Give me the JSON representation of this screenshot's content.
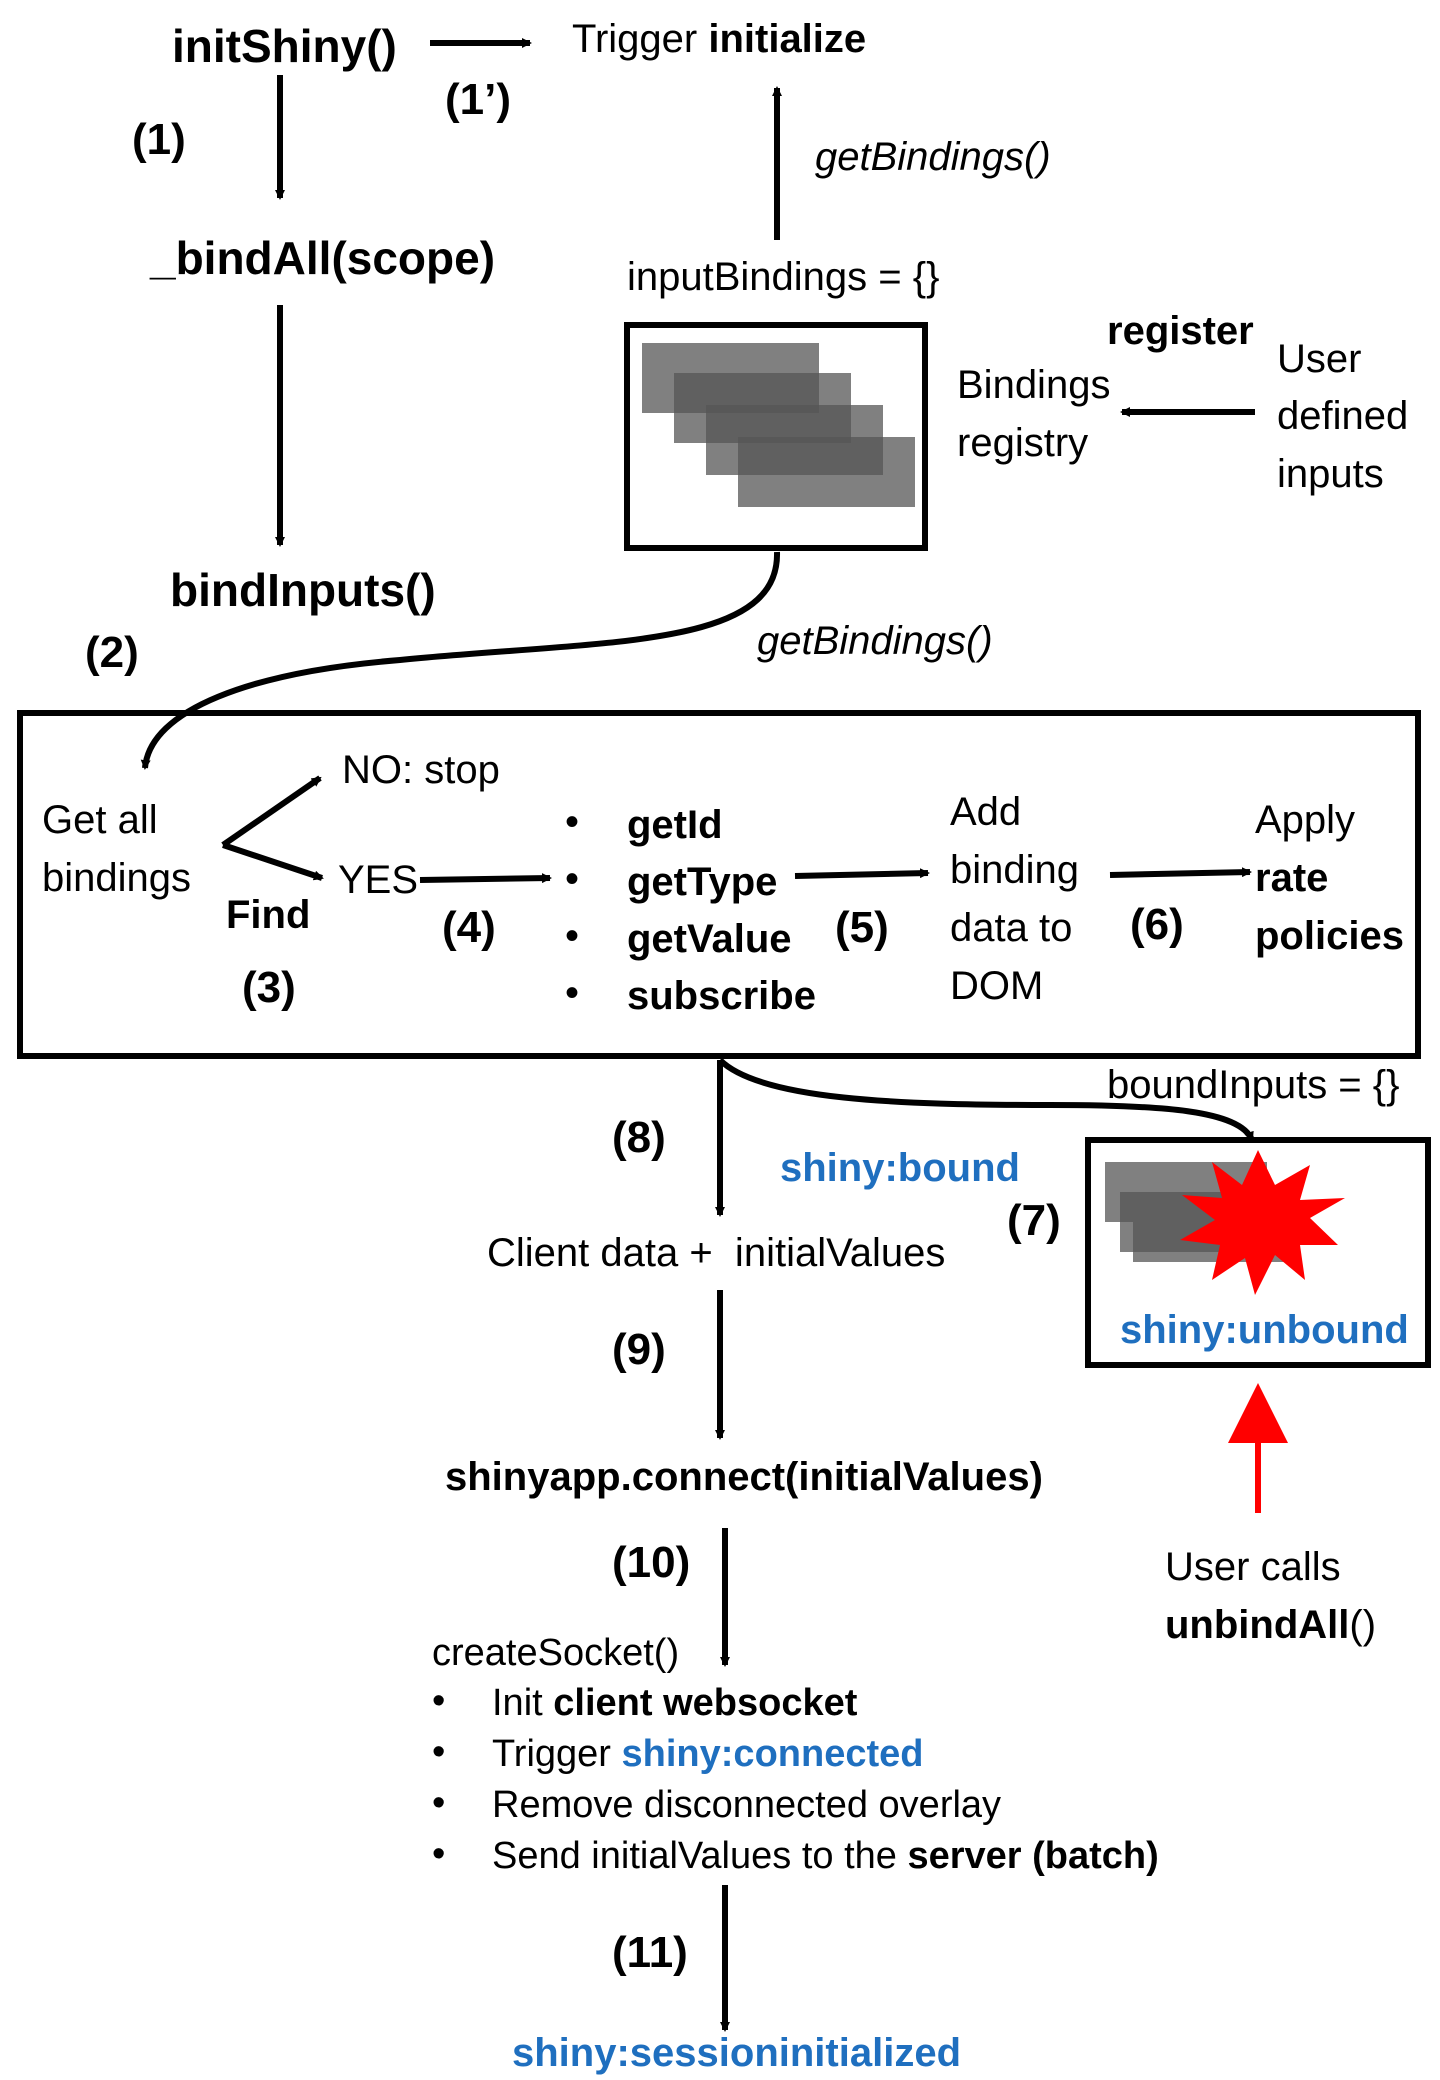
{
  "nodes": {
    "init_shiny": "initShiny()",
    "trigger_prefix": "Trigger",
    "trigger_bold": "initialize",
    "get_bindings_top": "getBindings()",
    "bind_all": "_bindAll(scope)",
    "input_bindings": "inputBindings = {}",
    "register": "register",
    "bindings_registry_1": "Bindings",
    "bindings_registry_2": "registry",
    "user_defined_1": "User",
    "user_defined_2": "defined",
    "user_defined_3": "inputs",
    "bind_inputs": "bindInputs()",
    "get_bindings_mid": "getBindings()",
    "bound_inputs": "boundInputs = {}",
    "shiny_bound": "shiny:bound",
    "shiny_unbound": "shiny:unbound",
    "client_data": "Client data +  initialValues",
    "connect": "shinyapp.connect(initialValues)",
    "user_calls": "User calls",
    "unbind_all": "unbindAll",
    "unbind_paren": "()",
    "create_socket": "createSocket()",
    "session_initialized": "shiny:sessioninitialized"
  },
  "steps": {
    "s1": "(1)",
    "s1p": "(1’)",
    "s2": "(2)",
    "s3": "(3)",
    "s4": "(4)",
    "s5": "(5)",
    "s6": "(6)",
    "s7": "(7)",
    "s8": "(8)",
    "s9": "(9)",
    "s10": "(10)",
    "s11": "(11)"
  },
  "process_box": {
    "get_all_1": "Get all",
    "get_all_2": "bindings",
    "no_stop": "NO: stop",
    "yes": "YES",
    "find": "Find",
    "methods": [
      "getId",
      "getType",
      "getValue",
      "subscribe"
    ],
    "add_1": "Add",
    "add_2": "binding",
    "add_3": "data to",
    "add_4": "DOM",
    "apply_1": "Apply",
    "apply_2": "rate",
    "apply_3": "policies"
  },
  "socket_items": {
    "item1_prefix": "Init",
    "item1_bold": "client websocket",
    "item2_prefix": "Trigger",
    "item2_blue": "shiny:connected",
    "item3": "Remove disconnected overlay",
    "item4_prefix": "Send initialValues to the",
    "item4_bold": "server (batch)"
  },
  "colors": {
    "accent_blue": "#1f6fbf",
    "alert_red": "#ff0000",
    "binding_gray": "#555555"
  }
}
